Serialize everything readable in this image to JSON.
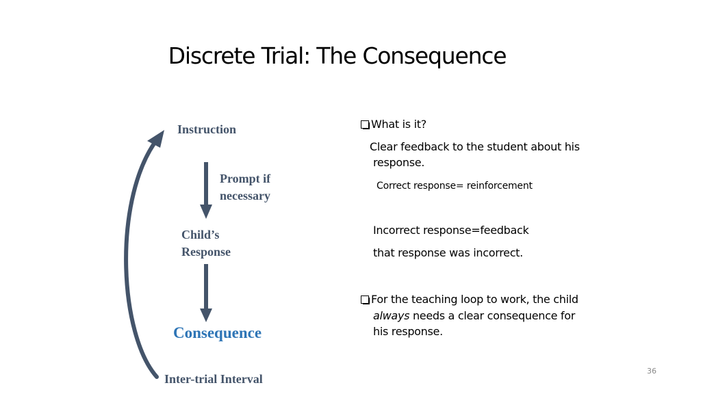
{
  "slide": {
    "title": "Discrete Trial: The Consequence",
    "page_number": "36"
  },
  "diagram": {
    "instruction": "Instruction",
    "prompt_line1": "Prompt if",
    "prompt_line2": "necessary",
    "response_line1": "Child’s",
    "response_line2": "Response",
    "consequence": "Consequence",
    "inter_trial": "Inter-trial Interval",
    "colors": {
      "arrow": "#44546a",
      "label": "#44546a",
      "consequence": "#2e75b6"
    }
  },
  "content": {
    "q1": "What is it?",
    "line1a": "Clear feedback to the student about his",
    "line1b": "response.",
    "correct": "Correct response= reinforcement",
    "incorrect": "Incorrect response=feedback",
    "incorrect2": "that response was incorrect.",
    "q2": "For the teaching loop to work, the child",
    "q2_always": "always",
    "q2_rest": " needs a clear consequence for",
    "q2_line3": "his response."
  }
}
